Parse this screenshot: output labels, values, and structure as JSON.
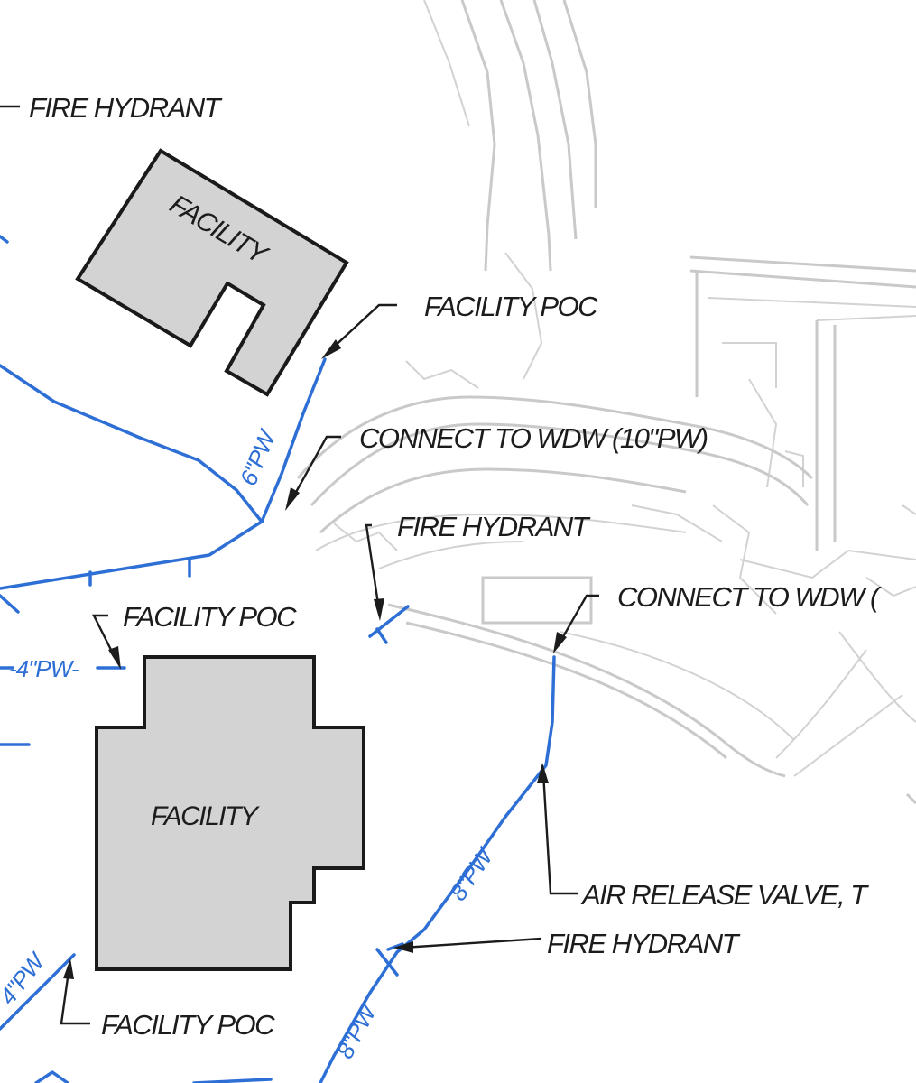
{
  "labels": {
    "fire_hydrant_top": "FIRE HYDRANT",
    "facility_poc_upper": "FACILITY POC",
    "connect_wdw_upper": "CONNECT TO WDW (10\"PW)",
    "fire_hydrant_mid": "FIRE HYDRANT",
    "connect_wdw_right": "CONNECT TO WDW (",
    "facility_poc_mid": "FACILITY POC",
    "air_release_valve": "AIR RELEASE VALVE, T",
    "fire_hydrant_bottom": "FIRE HYDRANT",
    "facility_poc_bottom": "FACILITY POC"
  },
  "facilities": {
    "upper": "FACILITY",
    "lower": "FACILITY"
  },
  "pipes": {
    "six_inch": "6\"PW",
    "four_inch_mid": "-4\"PW-",
    "eight_inch_upper": "8\"PW",
    "eight_inch_lower": "8\"PW",
    "four_inch_bottom": "4\"PW"
  },
  "colors": {
    "water_pipe": "#2e6fd6",
    "facility_fill": "#d3d3d3",
    "background_linework": "#c9c9c9",
    "annotation_text": "#1c1c1c"
  }
}
